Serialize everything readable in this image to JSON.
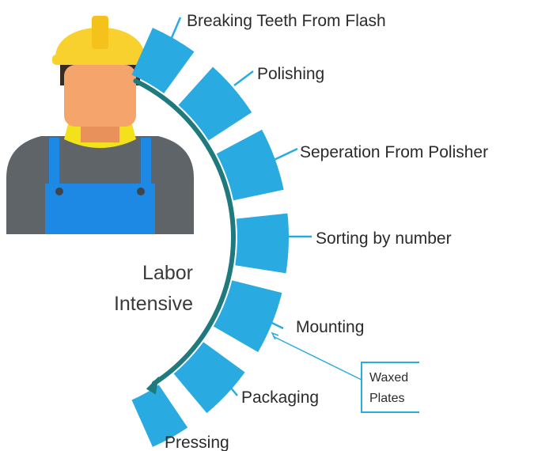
{
  "center_label": {
    "line1": "Labor",
    "line2": "Intensive"
  },
  "steps": [
    "Breaking Teeth From Flash",
    "Polishing",
    "Seperation From Polisher",
    "Sorting by number",
    "Mounting",
    "Packaging",
    "Pressing"
  ],
  "note": {
    "line1": "Waxed",
    "line2": "Plates"
  },
  "colors": {
    "segment": "#29ABE2",
    "arc": "#1F7A7E",
    "helmet": "#F8D12F",
    "skin": "#F5A46C",
    "hair": "#3A2A20",
    "shirt": "#5F6468",
    "overalls": "#1E88E5",
    "collar": "#F2E11B"
  },
  "icons": {
    "worker": "construction-worker-icon"
  }
}
